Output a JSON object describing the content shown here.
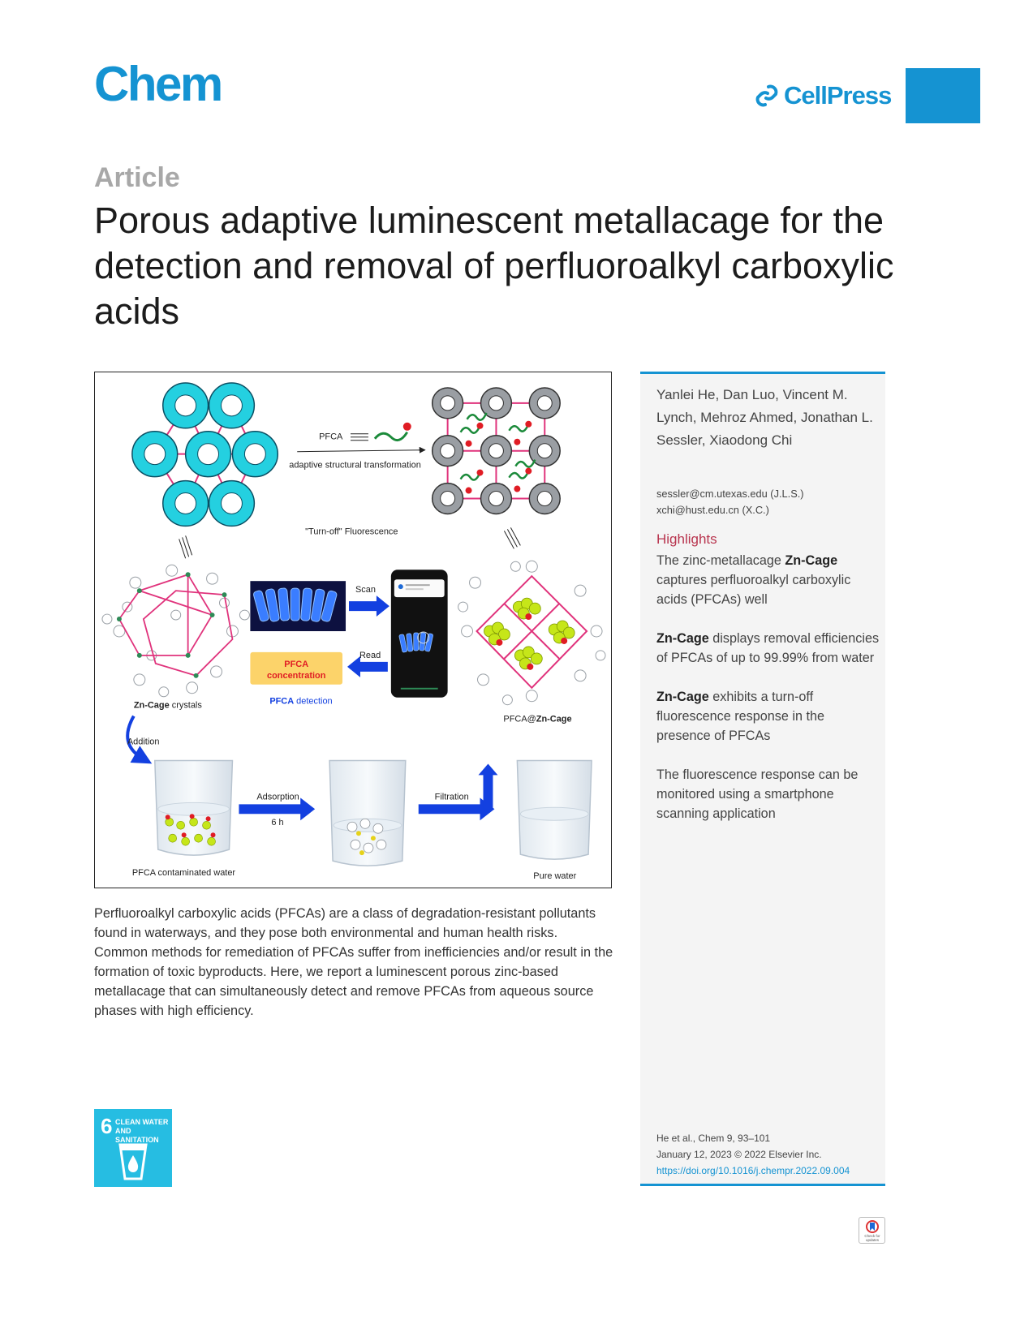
{
  "header": {
    "journal": "Chem",
    "publisher": "CellPress",
    "brand_color": "#1593d2"
  },
  "article": {
    "type": "Article",
    "title": "Porous adaptive luminescent metallacage for the detection and removal of perfluoroalkyl carboxylic acids"
  },
  "figure": {
    "pfca_label": "PFCA",
    "transformation_label": "adaptive structural transformation",
    "turnoff_label": "\"Turn-off\" Fluorescence",
    "scan_label": "Scan",
    "read_label": "Read",
    "concentration_line1": "PFCA",
    "concentration_line2": "concentration",
    "detection_bold": "PFCA",
    "detection_rest": " detection",
    "crystals_bold": "Zn-Cage",
    "crystals_rest": " crystals",
    "complex_prefix": "PFCA@",
    "complex_bold": "Zn-Cage",
    "addition_label": "Addition",
    "adsorption_label": "Adsorption",
    "time_label": "6 h",
    "filtration_label": "Filtration",
    "contaminated_label": "PFCA contaminated water",
    "pure_label": "Pure water"
  },
  "abstract": "Perfluoroalkyl carboxylic acids (PFCAs) are a class of degradation-resistant pollutants found in waterways, and they pose both environmental and human health risks. Common methods for remediation of PFCAs suffer from inefficiencies and/or result in the formation of toxic byproducts. Here, we report a luminescent porous zinc-based metallacage that can simultaneously detect and remove PFCAs from aqueous source phases with high efficiency.",
  "sidebar": {
    "authors": "Yanlei He, Dan Luo, Vincent M. Lynch, Mehroz Ahmed, Jonathan L. Sessler, Xiaodong Chi",
    "email1": "sessler@cm.utexas.edu (J.L.S.)",
    "email2": "xchi@hust.edu.cn (X.C.)",
    "highlights_heading": "Highlights",
    "highlights": [
      {
        "bold": "",
        "rest": "The zinc-metallacage ",
        "bold2": "Zn-Cage",
        "rest2": " captures perfluoroalkyl carboxylic acids (PFCAs) well"
      },
      {
        "bold": "Zn-Cage",
        "rest": " displays removal efficiencies of PFCAs of up to 99.99% from water",
        "bold2": "",
        "rest2": ""
      },
      {
        "bold": "Zn-Cage",
        "rest": " exhibits a turn-off fluorescence response in the presence of PFCAs",
        "bold2": "",
        "rest2": ""
      },
      {
        "bold": "",
        "rest": "The fluorescence response can be monitored using a smartphone scanning application",
        "bold2": "",
        "rest2": ""
      }
    ],
    "citation_line1": "He et al., Chem 9, 93–101",
    "citation_line2": "January 12, 2023 © 2022 Elsevier Inc.",
    "doi": "https://doi.org/10.1016/j.chempr.2022.09.004"
  },
  "sdg": {
    "number": "6",
    "label_line1": "CLEAN WATER",
    "label_line2": "AND SANITATION",
    "color": "#26bde2"
  },
  "updates_badge": {
    "line1": "Check for",
    "line2": "updates"
  }
}
